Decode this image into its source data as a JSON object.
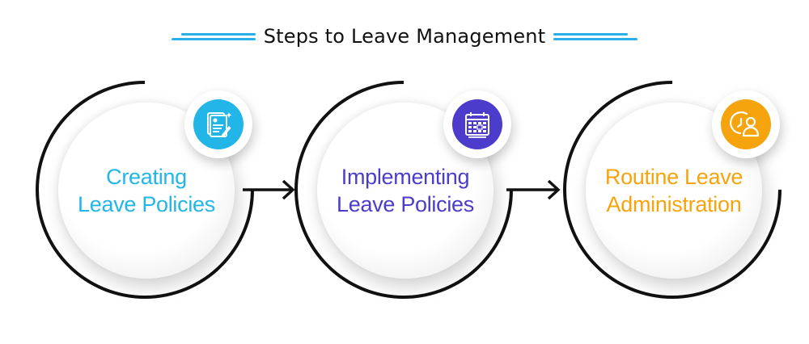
{
  "title": "Steps to Leave Management",
  "colors": {
    "accent_line": "#29aee6",
    "ring": "#111111",
    "step1": "#22b6e8",
    "step2": "#4b3ccc",
    "step3": "#f5a40d"
  },
  "steps": [
    {
      "line1": "Creating",
      "line2": "Leave Policies",
      "color": "#22b6e8",
      "icon": "policy-document-icon"
    },
    {
      "line1": "Implementing",
      "line2": "Leave Policies",
      "color": "#4b3ccc",
      "icon": "calendar-icon"
    },
    {
      "line1": "Routine Leave",
      "line2": "Administration",
      "color": "#f5a40d",
      "icon": "clock-user-icon"
    }
  ],
  "connectors": [
    "arrow-right-icon",
    "arrow-right-icon"
  ]
}
